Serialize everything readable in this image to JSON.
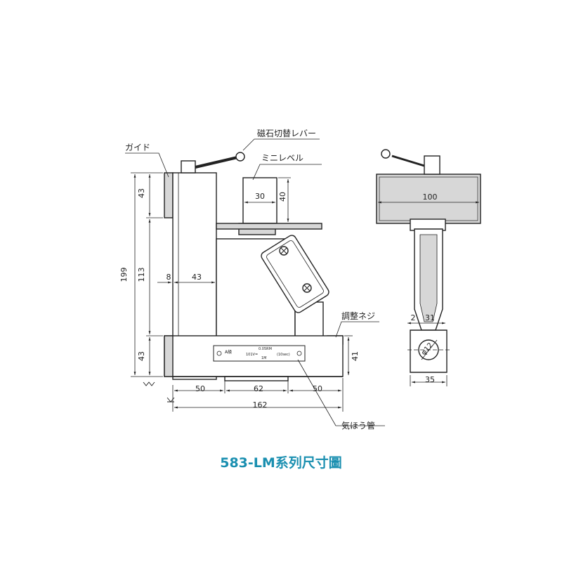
{
  "caption": "583-LM系列尺寸圖",
  "colors": {
    "caption": "#1a8fb0",
    "line": "#222222",
    "shade": "#d7d7d7"
  },
  "callouts": {
    "guide": "ガイド",
    "magnet_lever": "磁石切替レバー",
    "mini_level": "ミニレベル",
    "adjust_screw": "調整ネジ",
    "bubble_tube": "気ほう管"
  },
  "plate": {
    "grade": "A級",
    "sens1": "101V=",
    "sens2": "0.05RM",
    "unit": "1M",
    "time": "(10sec)"
  },
  "dims_front": {
    "overall_height": "199",
    "top_height": "43",
    "mid_height": "113",
    "bottom_height": "43",
    "mini_level_width": "30",
    "mini_level_height": "40",
    "guide_offset": "8",
    "inner_width": "43",
    "base_left": "50",
    "base_mid": "62",
    "base_right": "50",
    "total_width": "162",
    "right_height": "41"
  },
  "dims_side": {
    "top_width": "100",
    "dim_small": "2",
    "dim_31": "31",
    "bore": "φ12",
    "bottom_width": "35"
  }
}
